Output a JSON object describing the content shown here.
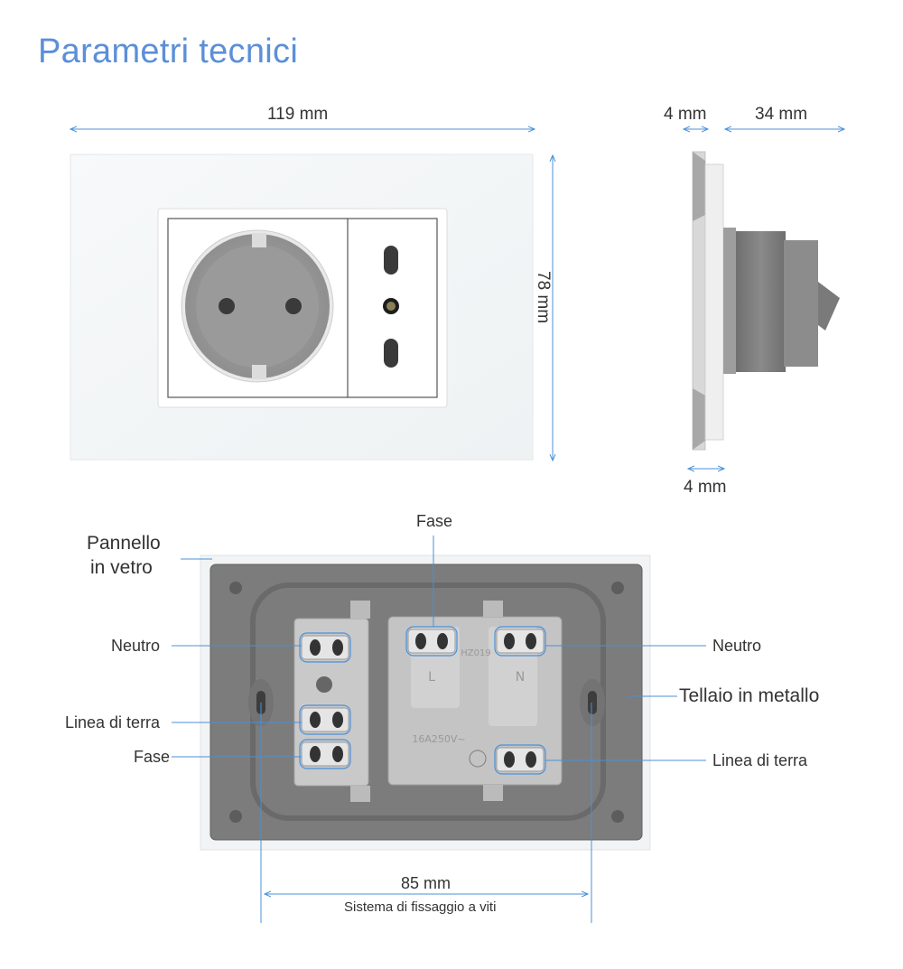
{
  "title": "Parametri tecnici",
  "dimensions": {
    "width": "119 mm",
    "height": "78 mm",
    "depth_glass": "4 mm",
    "depth_body": "34 mm",
    "depth_bottom": "4 mm",
    "screw_distance": "85 mm",
    "screw_system": "Sistema di fissaggio a viti"
  },
  "labels": {
    "glass_panel_line1": "Pannello",
    "glass_panel_line2": "in vetro",
    "phase_top": "Fase",
    "neutral_left": "Neutro",
    "earth_left": "Linea di terra",
    "phase_left": "Fase",
    "neutral_right": "Neutro",
    "metal_frame": "Tellaio in metallo",
    "earth_right": "Linea di terra"
  },
  "module_marks": {
    "L": "L",
    "N": "N",
    "rating": "16A250V~",
    "code": "HZ019"
  },
  "colors": {
    "accent": "#5b8fd9",
    "callout_line": "#4a90d9",
    "panel_gray": "#7d7d7d",
    "module_gray": "#c8c8c8"
  }
}
